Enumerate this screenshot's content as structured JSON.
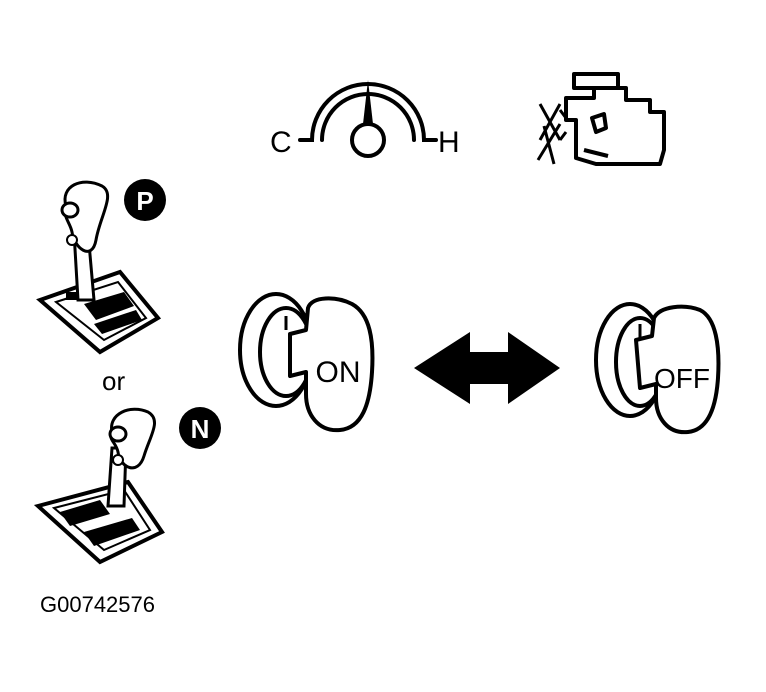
{
  "gauge": {
    "cold_label": "C",
    "hot_label": "H"
  },
  "shifter_park": {
    "badge": "P"
  },
  "or_label": "or",
  "shifter_neutral": {
    "badge": "N"
  },
  "key_on": {
    "label": "ON"
  },
  "key_off": {
    "label": "OFF"
  },
  "figure_id": "G00742576",
  "colors": {
    "ink": "#000000",
    "paper": "#ffffff"
  }
}
